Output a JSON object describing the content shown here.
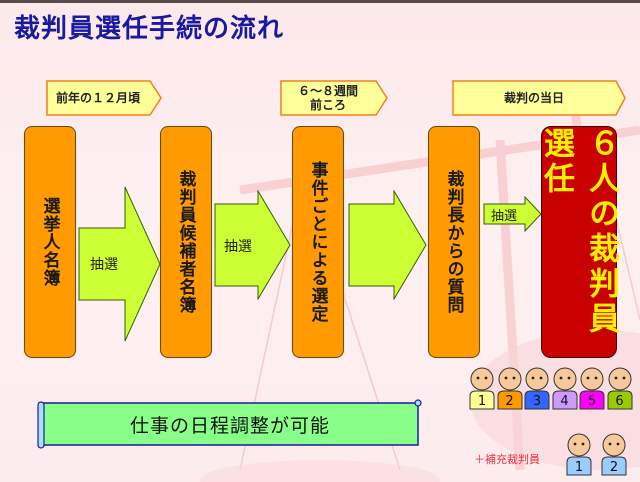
{
  "title": "裁判員選任手続の流れ",
  "phases": [
    {
      "label": "前年の１２月頃"
    },
    {
      "label": "６～８週間\n前ころ"
    },
    {
      "label": "裁判の当日"
    }
  ],
  "steps": [
    {
      "label": "選挙人名簿"
    },
    {
      "label": "裁判員候補者名簿"
    },
    {
      "label": "事件ごとによる選定"
    },
    {
      "label": "裁判長からの質問"
    }
  ],
  "final_step": {
    "label": "６人の裁判員選任"
  },
  "arrows": [
    {
      "label": "抽選"
    },
    {
      "label": "抽選"
    },
    {
      "label": ""
    },
    {
      "label": "抽選"
    }
  ],
  "note": {
    "label": "仕事の日程調整が可能"
  },
  "jurors": [
    {
      "number": "1",
      "color": "#ffff99"
    },
    {
      "number": "2",
      "color": "#ff9900"
    },
    {
      "number": "3",
      "color": "#3366ff"
    },
    {
      "number": "4",
      "color": "#cc99ff"
    },
    {
      "number": "5",
      "color": "#ff00ff"
    },
    {
      "number": "6",
      "color": "#99cc00"
    }
  ],
  "alternate_label": "＋補充裁判員",
  "alternates": [
    {
      "number": "1",
      "color": "#99ccff"
    },
    {
      "number": "2",
      "color": "#99ccff"
    }
  ],
  "colors": {
    "title": "#1a1aa0",
    "step": "#ff9a00",
    "final": "#c80000",
    "final_text": "#ffee00",
    "arrow": "#ccff33",
    "phase": "#ffff99",
    "note": "#88ff88"
  }
}
